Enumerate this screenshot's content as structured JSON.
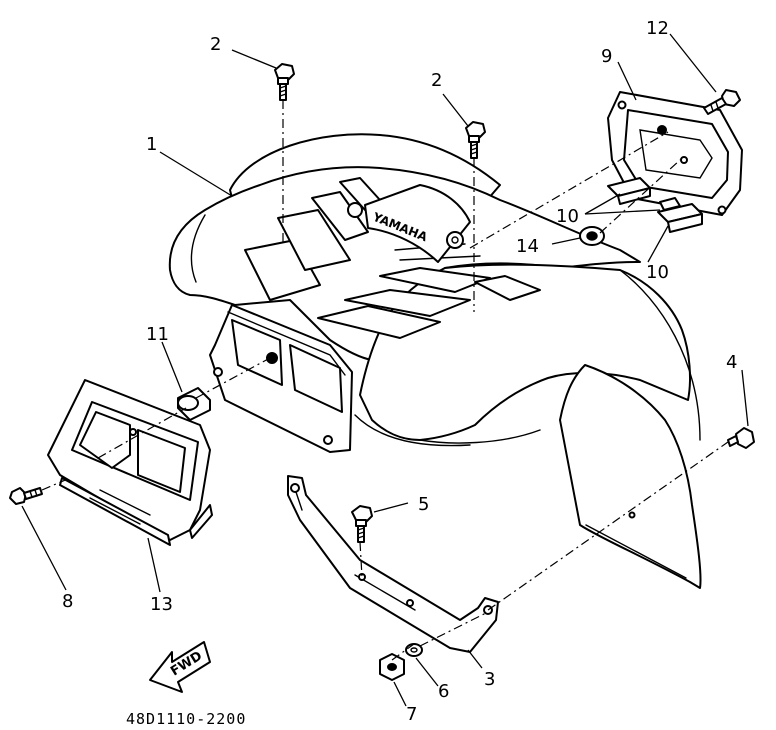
{
  "diagram": {
    "drawing_code": "48D1110-2200",
    "brand_mark": "YAMAHA",
    "direction_arrow": "FWD",
    "callouts": [
      {
        "id": "c1",
        "label": "1"
      },
      {
        "id": "c2a",
        "label": "2"
      },
      {
        "id": "c2b",
        "label": "2"
      },
      {
        "id": "c3",
        "label": "3"
      },
      {
        "id": "c4",
        "label": "4"
      },
      {
        "id": "c5",
        "label": "5"
      },
      {
        "id": "c6",
        "label": "6"
      },
      {
        "id": "c7",
        "label": "7"
      },
      {
        "id": "c8",
        "label": "8"
      },
      {
        "id": "c9",
        "label": "9"
      },
      {
        "id": "c10a",
        "label": "10"
      },
      {
        "id": "c10b",
        "label": "10"
      },
      {
        "id": "c11",
        "label": "11"
      },
      {
        "id": "c12",
        "label": "12"
      },
      {
        "id": "c13",
        "label": "13"
      },
      {
        "id": "c14",
        "label": "14"
      }
    ]
  }
}
